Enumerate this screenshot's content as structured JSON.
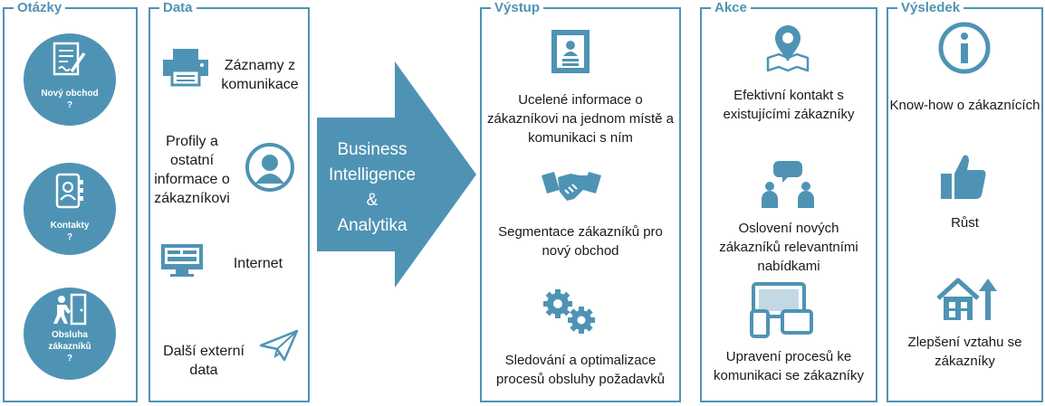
{
  "colors": {
    "accent": "#4f93b4",
    "background": "#ffffff"
  },
  "questions": {
    "title": "Otázky",
    "items": [
      {
        "label": "Nový obchod\n?",
        "icon": "contract-document-icon"
      },
      {
        "label": "Kontakty\n?",
        "icon": "address-book-icon"
      },
      {
        "label": "Obsluha\nzákazníků\n?",
        "icon": "person-at-door-icon"
      }
    ]
  },
  "data": {
    "title": "Data",
    "items": [
      {
        "label": "Záznamy z\nkomunikace",
        "icon": "printer-icon"
      },
      {
        "label": "Profily a\nostatní\ninformace o\nzákazníkovi",
        "icon": "user-profile-icon"
      },
      {
        "label": "Internet",
        "icon": "monitor-icon"
      },
      {
        "label": "Další externí\ndata",
        "icon": "paper-plane-icon"
      }
    ]
  },
  "arrow": {
    "label": "Business\nIntelligence\n&\nAnalytika"
  },
  "output": {
    "title": "Výstup",
    "items": [
      {
        "label": "Ucelené informace o\nzákazníkovi na jednom místě a\nkomunikaci s ním",
        "icon": "id-card-icon"
      },
      {
        "label": "Segmentace zákazníků pro\nnový obchod",
        "icon": "handshake-icon"
      },
      {
        "label": "Sledování a optimalizace\nprocesů obsluhy požadavků",
        "icon": "gears-icon"
      }
    ]
  },
  "actions": {
    "title": "Akce",
    "items": [
      {
        "label": "Efektivní kontakt s\nexistujícími zákazníky",
        "icon": "map-pin-icon"
      },
      {
        "label": "Oslovení nových\nzákazníků relevantními\nnabídkami",
        "icon": "people-chat-icon"
      },
      {
        "label": "Upravení procesů ke\nkomunikaci se zákazníky",
        "icon": "devices-icon"
      }
    ]
  },
  "result": {
    "title": "Výsledek",
    "items": [
      {
        "label": "Know-how o zákaznících",
        "icon": "info-icon"
      },
      {
        "label": "Růst",
        "icon": "thumbs-up-icon"
      },
      {
        "label": "Zlepšení vztahu se\nzákazníky",
        "icon": "house-growth-icon"
      }
    ]
  }
}
